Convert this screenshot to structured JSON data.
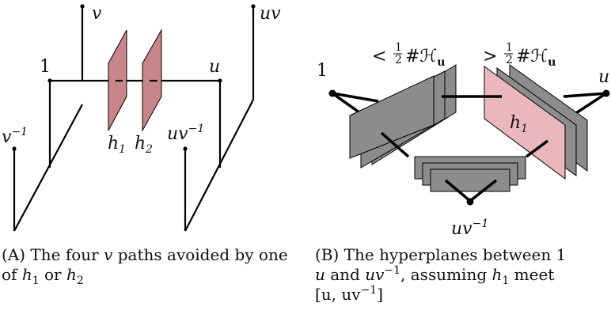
{
  "left_diagram": {
    "labels": {
      "v": "v",
      "uv": "uv",
      "one": "1",
      "u": "u",
      "v_inv_base": "v",
      "v_inv_sup": "−1",
      "uv_inv_base": "uv",
      "uv_inv_sup": "−1",
      "h1_base": "h",
      "h1_sub": "1",
      "h2_base": "h",
      "h2_sub": "2"
    },
    "caption": {
      "tag": "(A)",
      "line1_pre": " The four ",
      "line1_var": "v",
      "line1_post": " paths avoided by one",
      "line2_pre": "of ",
      "line2_h1": "h",
      "line2_h1_sub": "1",
      "line2_mid": " or ",
      "line2_h2": "h",
      "line2_h2_sub": "2"
    }
  },
  "right_diagram": {
    "labels": {
      "one": "1",
      "u": "u",
      "lt_text": "< ",
      "gt_text": "> ",
      "frac_num": "1",
      "frac_den": "2",
      "hash_h": "#ℋ",
      "hash_sub": "u",
      "h1_base": "h",
      "h1_sub": "1",
      "uv_inv_base": "uv",
      "uv_inv_sup": "−1"
    },
    "caption": {
      "tag": "(B)",
      "line1": " The hyperplanes between 1",
      "line2_u": "u",
      "line2_and": " and ",
      "line2_uv": "uv",
      "line2_sup": "−1",
      "line2_assuming": ", assuming ",
      "line2_h": "h",
      "line2_h_sub": "1",
      "line2_meet": " meet",
      "line3": "[u, uv",
      "line3_sup": "−1",
      "line3_end": "]"
    }
  },
  "colors": {
    "pink_plane": "#c8868a",
    "light_pink_plane": "#eab8bc",
    "gray_plane": "#8c8c8c"
  }
}
